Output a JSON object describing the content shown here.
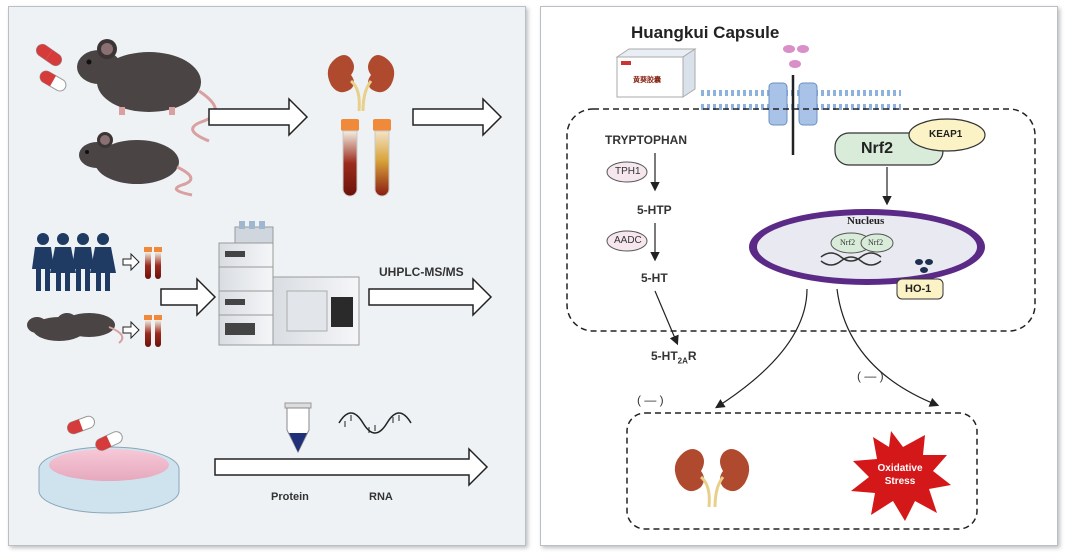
{
  "left_panel": {
    "uhplc_label": "UHPLC-MS/MS",
    "protein_label": "Protein",
    "rna_label": "RNA"
  },
  "right_panel": {
    "title": "Huangkui Capsule",
    "box_text": "黄葵胶囊",
    "tryptophan": "TRYPTOPHAN",
    "tph1": "TPH1",
    "five_htp": "5-HTP",
    "aadc": "AADC",
    "five_ht": "5-HT",
    "receptor_main": "5-HT",
    "receptor_sub": "2A",
    "receptor_suffix": "R",
    "nrf2": "Nrf2",
    "keap1": "KEAP1",
    "nucleus": "Nucleus",
    "nrf2_small_a": "Nrf2",
    "nrf2_small_b": "Nrf2",
    "ho1": "HO-1",
    "inhibit_left": "( — )",
    "inhibit_right": "( — )",
    "oxidative_line1": "Oxidative",
    "oxidative_line2": "Stress"
  },
  "colors": {
    "kidney": "#b04a2e",
    "nrf2_fill": "#d9ecd9",
    "keap1_fill": "#fbf3c6",
    "nucleus_ring": "#5b2a86",
    "nucleus_fill": "#e9e9f2",
    "oxidative_fill": "#d4181a",
    "pill_red": "#d53b3b",
    "mouse": "#4a4445"
  }
}
